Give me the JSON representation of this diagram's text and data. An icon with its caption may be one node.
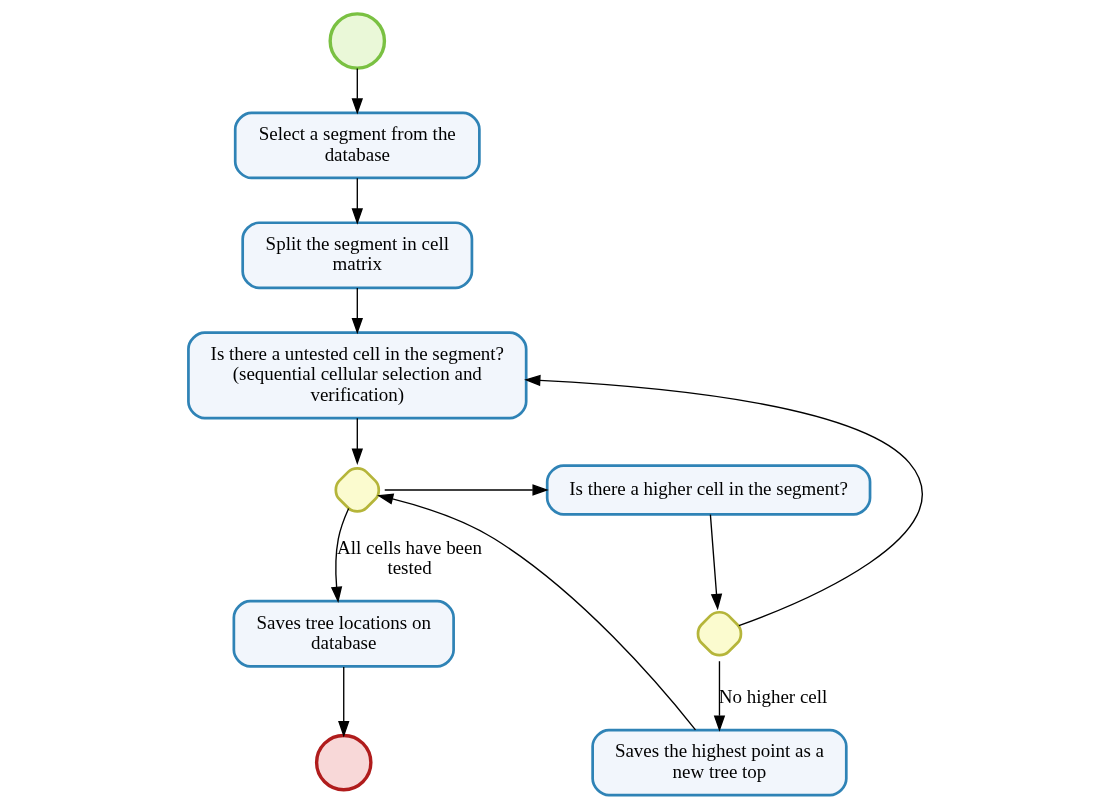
{
  "diagram": {
    "nodes": [
      {
        "text": [],
        "shape": "circle"
      },
      {
        "text": [
          "Select a segment from the database"
        ]
      },
      {
        "text": [
          "Split the segment in cell matrix"
        ]
      },
      {
        "text": [
          "Is there a untested cell in the segment? (sequential cellular selection and verification)"
        ]
      },
      {
        "text": [],
        "shape": "diamond"
      },
      {
        "text": [
          "Is there a higher cell in the segment?"
        ]
      },
      {
        "text": [],
        "shape": "diamond"
      },
      {
        "text": [
          "Saves tree locations on database"
        ]
      },
      {
        "text": [
          "Saves the highest point as a new tree top"
        ]
      },
      {
        "text": [],
        "shape": "circle"
      }
    ],
    "edges": [
      {
        "from": 0,
        "to": 1,
        "arrow": "to"
      },
      {
        "from": 1,
        "to": 2,
        "arrow": "to"
      },
      {
        "from": 2,
        "to": 3,
        "arrow": "to"
      },
      {
        "from": 3,
        "to": 4,
        "arrow": "to"
      },
      {
        "from": 4,
        "to": 5,
        "arrow": "to"
      },
      {
        "from": 5,
        "to": 6,
        "arrow": "to"
      },
      {
        "from": 6,
        "to": 3,
        "arrow": "to"
      },
      {
        "from": 6,
        "to": 8,
        "arrow": "to",
        "label": "No higher cell"
      },
      {
        "from": 8,
        "to": 4,
        "arrow": "to"
      },
      {
        "from": 4,
        "to": 7,
        "arrow": "to",
        "label": "All cells have been tested"
      },
      {
        "from": 7,
        "to": 9,
        "arrow": "to"
      }
    ]
  }
}
